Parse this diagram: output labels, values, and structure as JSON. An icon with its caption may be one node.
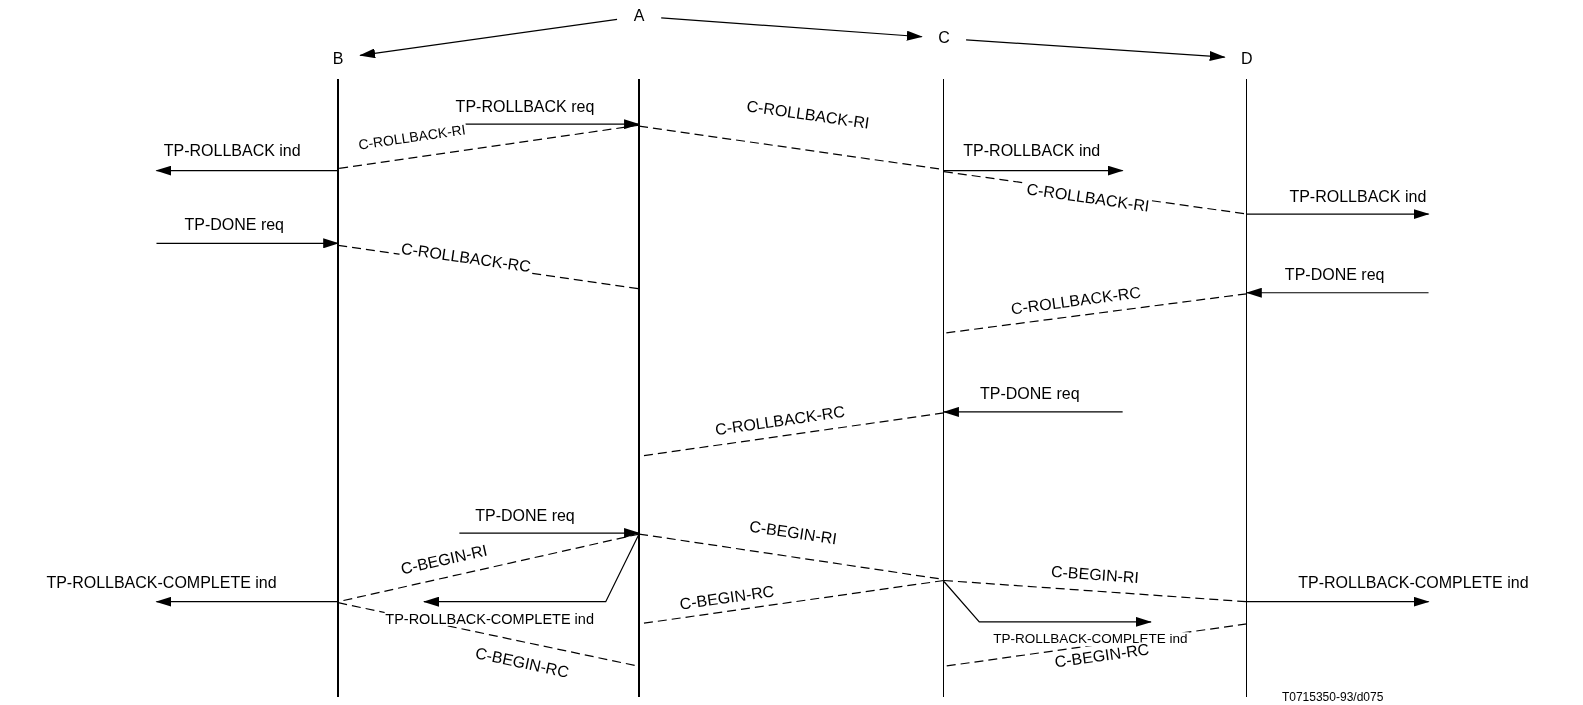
{
  "diagram": {
    "nodes": [
      {
        "text": [
          "A"
        ]
      },
      {
        "text": [
          "B"
        ]
      },
      {
        "text": [
          "C"
        ]
      },
      {
        "text": [
          "D"
        ]
      },
      {
        "text": [],
        "shape": "bar"
      },
      {
        "text": [],
        "shape": "bar"
      },
      {
        "text": [],
        "shape": "bar"
      },
      {
        "text": [],
        "shape": "bar"
      }
    ],
    "edges": [
      {
        "from": 0,
        "to": 1,
        "arrow": "to"
      },
      {
        "from": 0,
        "to": 2,
        "arrow": "to"
      },
      {
        "from": 2,
        "to": 3,
        "arrow": "to"
      },
      {
        "from": null,
        "to": 5,
        "arrow": "to",
        "label": "TP-ROLLBACK req"
      },
      {
        "from": 5,
        "to": 4,
        "arrow": "none",
        "style": "dashed",
        "label": "C-ROLLBACK-RI"
      },
      {
        "from": 4,
        "to": null,
        "arrow": "to",
        "label": "TP-ROLLBACK ind"
      },
      {
        "from": 5,
        "to": 6,
        "arrow": "none",
        "style": "dashed",
        "label": "C-ROLLBACK-RI"
      },
      {
        "from": 6,
        "to": null,
        "arrow": "to",
        "label": "TP-ROLLBACK ind"
      },
      {
        "from": 6,
        "to": 7,
        "arrow": "none",
        "style": "dashed",
        "label": "C-ROLLBACK-RI"
      },
      {
        "from": 7,
        "to": null,
        "arrow": "to",
        "label": "TP-ROLLBACK ind"
      },
      {
        "from": null,
        "to": 4,
        "arrow": "to",
        "label": "TP-DONE req"
      },
      {
        "from": 4,
        "to": 5,
        "arrow": "none",
        "style": "dashed",
        "label": "C-ROLLBACK-RC"
      },
      {
        "from": null,
        "to": 7,
        "arrow": "to",
        "label": "TP-DONE req"
      },
      {
        "from": 7,
        "to": 6,
        "arrow": "none",
        "style": "dashed",
        "label": "C-ROLLBACK-RC"
      },
      {
        "from": null,
        "to": 6,
        "arrow": "to",
        "label": "TP-DONE req"
      },
      {
        "from": 6,
        "to": 5,
        "arrow": "none",
        "style": "dashed",
        "label": "C-ROLLBACK-RC"
      },
      {
        "from": null,
        "to": 5,
        "arrow": "to",
        "label": "TP-DONE req"
      },
      {
        "from": 5,
        "to": 4,
        "arrow": "none",
        "style": "dashed",
        "label": "C-BEGIN-RI"
      },
      {
        "from": 4,
        "to": null,
        "arrow": "to",
        "label": "TP-ROLLBACK-COMPLETE ind"
      },
      {
        "from": 5,
        "to": null,
        "arrow": "to",
        "label": "TP-ROLLBACK-COMPLETE ind"
      },
      {
        "from": 5,
        "to": 6,
        "arrow": "none",
        "style": "dashed",
        "label": "C-BEGIN-RI"
      },
      {
        "from": 6,
        "to": 5,
        "arrow": "none",
        "style": "dashed",
        "label": "C-BEGIN-RC"
      },
      {
        "from": 6,
        "to": 7,
        "arrow": "none",
        "style": "dashed",
        "label": "C-BEGIN-RI"
      },
      {
        "from": 6,
        "to": null,
        "arrow": "to",
        "label": "TP-ROLLBACK-COMPLETE ind"
      },
      {
        "from": 7,
        "to": null,
        "arrow": "to",
        "label": "TP-ROLLBACK-COMPLETE ind"
      },
      {
        "from": 4,
        "to": 5,
        "arrow": "none",
        "style": "dashed",
        "label": "C-BEGIN-RC"
      },
      {
        "from": 7,
        "to": 6,
        "arrow": "none",
        "style": "dashed",
        "label": "C-BEGIN-RC"
      }
    ],
    "labels": [
      "T0715350-93/d075"
    ]
  }
}
